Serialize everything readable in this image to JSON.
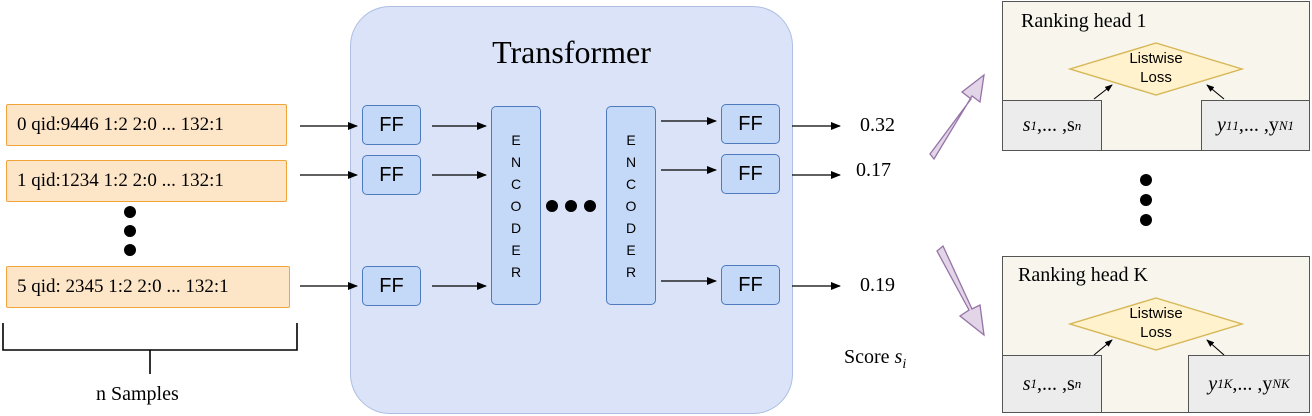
{
  "transformer": {
    "title": "Transformer"
  },
  "samples": [
    {
      "label": "0 qid:9446 1:2 2:0 ... 132:1"
    },
    {
      "label": "1 qid:1234 1:2 2:0 ... 132:1"
    },
    {
      "label": "5 qid: 2345 1:2 2:0 ... 132:1"
    }
  ],
  "n_samples_label": "n Samples",
  "ff_label": "FF",
  "encoder_letters": [
    "E",
    "N",
    "C",
    "O",
    "D",
    "E",
    "R"
  ],
  "scores": [
    "0.32",
    "0.17",
    "0.19"
  ],
  "score_label": "Score",
  "score_symbol": "s",
  "score_subscript": "i",
  "ranking_heads": [
    {
      "title": "Ranking head 1",
      "loss_line1": "Listwise",
      "loss_line2": "Loss",
      "s_left": "s",
      "s_sub1": "1",
      "s_mid": ",... ,s",
      "s_subn": "n",
      "y_left": "y",
      "y_sub1": "1",
      "y_sup1": "1",
      "y_mid": ",... ,y",
      "y_subN": "N",
      "y_supN": "1"
    },
    {
      "title": "Ranking head K",
      "loss_line1": "Listwise",
      "loss_line2": "Loss",
      "s_left": "s",
      "s_sub1": "1",
      "s_mid": ",... ,s",
      "s_subn": "n",
      "y_left": "y",
      "y_sub1": "1",
      "y_sup1": "K",
      "y_mid": ",... ,y",
      "y_subN": "N",
      "y_supN": "K"
    }
  ],
  "colors": {
    "sample_fill": "#fde5c8",
    "sample_border": "#f2a33a",
    "transformer_fill": "#dae3f7",
    "block_fill": "#c4d8f7",
    "block_border": "#4f7bbe",
    "head_fill": "#f7f5ec",
    "loss_fill": "#fff2cc",
    "loss_border": "#d6b656",
    "big_arrow_fill": "#e1d5e7",
    "big_arrow_border": "#9673a6"
  }
}
